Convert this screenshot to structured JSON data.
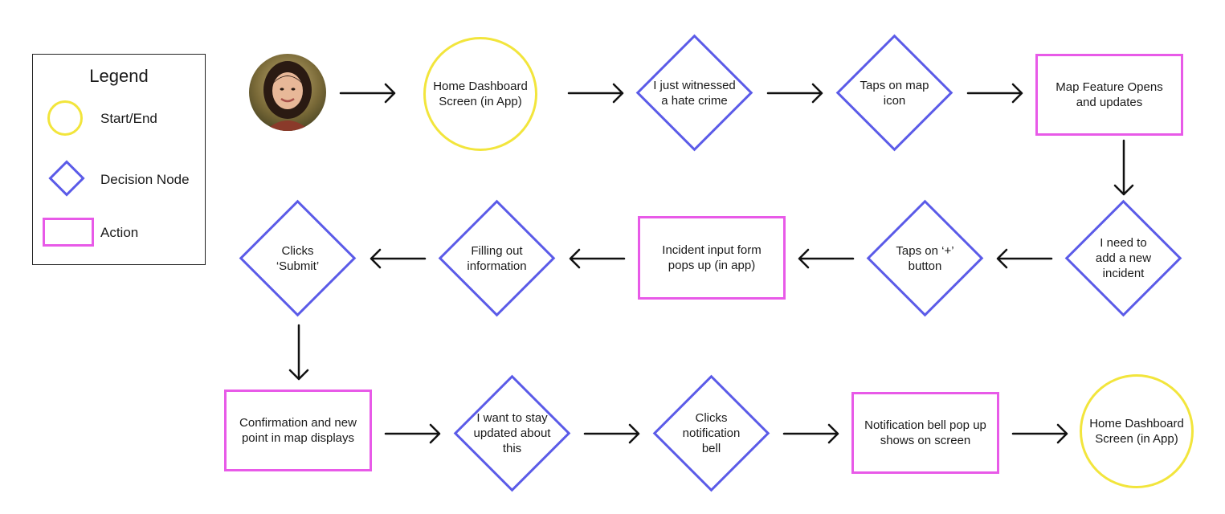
{
  "legend": {
    "title": "Legend",
    "start_end": "Start/End",
    "decision": "Decision Node",
    "action": "Action"
  },
  "colors": {
    "start_end": "#f2e53c",
    "decision": "#5b5be8",
    "action": "#e85ae8",
    "arrow": "#111111"
  },
  "nodes": {
    "home_start": "Home Dashboard Screen  (in App)",
    "witnessed": "I just witnessed a hate crime",
    "taps_map": "Taps on map icon",
    "map_opens": "Map Feature Opens and updates",
    "need_incident": "I need to add a new incident",
    "taps_plus": "Taps on ‘+’ button",
    "input_form": "Incident input form pops up (in app)",
    "filling": "Filling out information",
    "clicks_submit": "Clicks ‘Submit’",
    "confirmation": "Confirmation and new point in map displays",
    "stay_updated": "I want to stay updated about this",
    "clicks_bell": "Clicks notification bell",
    "bell_popup": "Notification bell pop up shows on screen",
    "home_end": "Home Dashboard Screen  (in App)"
  },
  "avatar": {
    "icon": "user-photo-icon"
  }
}
